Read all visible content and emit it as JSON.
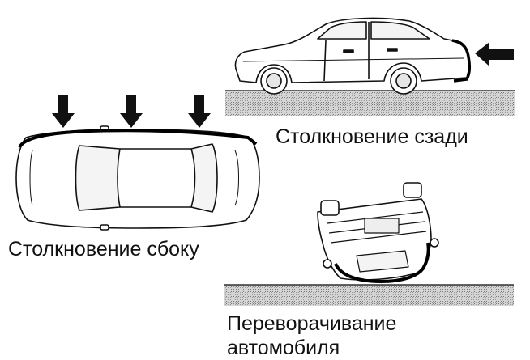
{
  "captions": {
    "rear_collision": "Столкновение сзади",
    "side_collision": "Столкновение сбоку",
    "rollover_line1": "Переворачивание",
    "rollover_line2": "автомобиля"
  },
  "colors": {
    "outline": "#111111",
    "ground_fill": "#a8a8a8",
    "car_fill": "#ffffff",
    "impact_outline": "#000000"
  },
  "icons": {
    "impact_arrow": "arrow-down-icon / arrow-left-icon"
  }
}
